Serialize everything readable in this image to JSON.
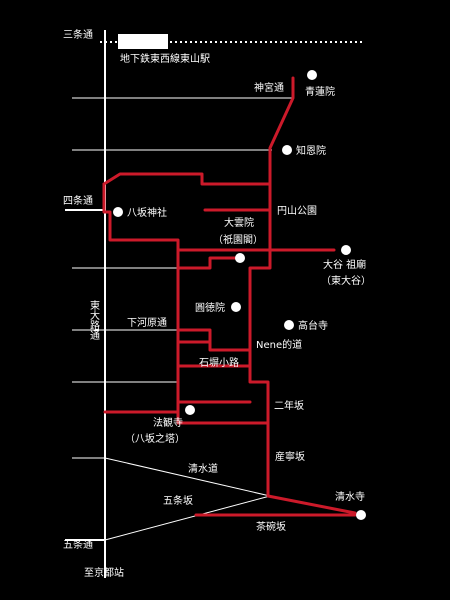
{
  "colors": {
    "background": "#000000",
    "street": "#ffffff",
    "route": "#cc1a2a",
    "poi": "#ffffff",
    "text": "#ffffff"
  },
  "labels": {
    "sanjo": "三条通",
    "subway": "地下鉄東西線東山駅",
    "jingu": "神宮通",
    "shoren": "青蓮院",
    "chion": "知恩院",
    "shijo": "四条通",
    "yasaka": "八坂神社",
    "maruyama": "円山公園",
    "daiun_1": "大雲院",
    "daiun_2": "（祇園閣）",
    "otani_1": "大谷 祖廟",
    "otani_2": "（東大谷）",
    "higashioji": "東大路通",
    "shimogawara": "下河原通",
    "entoku": "圓徳院",
    "kodaiji": "高台寺",
    "nene": "Nene的道",
    "ishibe": "石塀小路",
    "ninen": "二年坂",
    "hokan_1": "法観寺",
    "hokan_2": "（八坂之塔）",
    "kiyomizu_michi": "清水道",
    "sannen": "産寧坂",
    "gojo_zaka": "五条坂",
    "kiyomizu_dera": "清水寺",
    "chawan": "茶碗坂",
    "gojo": "五条通",
    "kyoto_st": "至京都站"
  }
}
